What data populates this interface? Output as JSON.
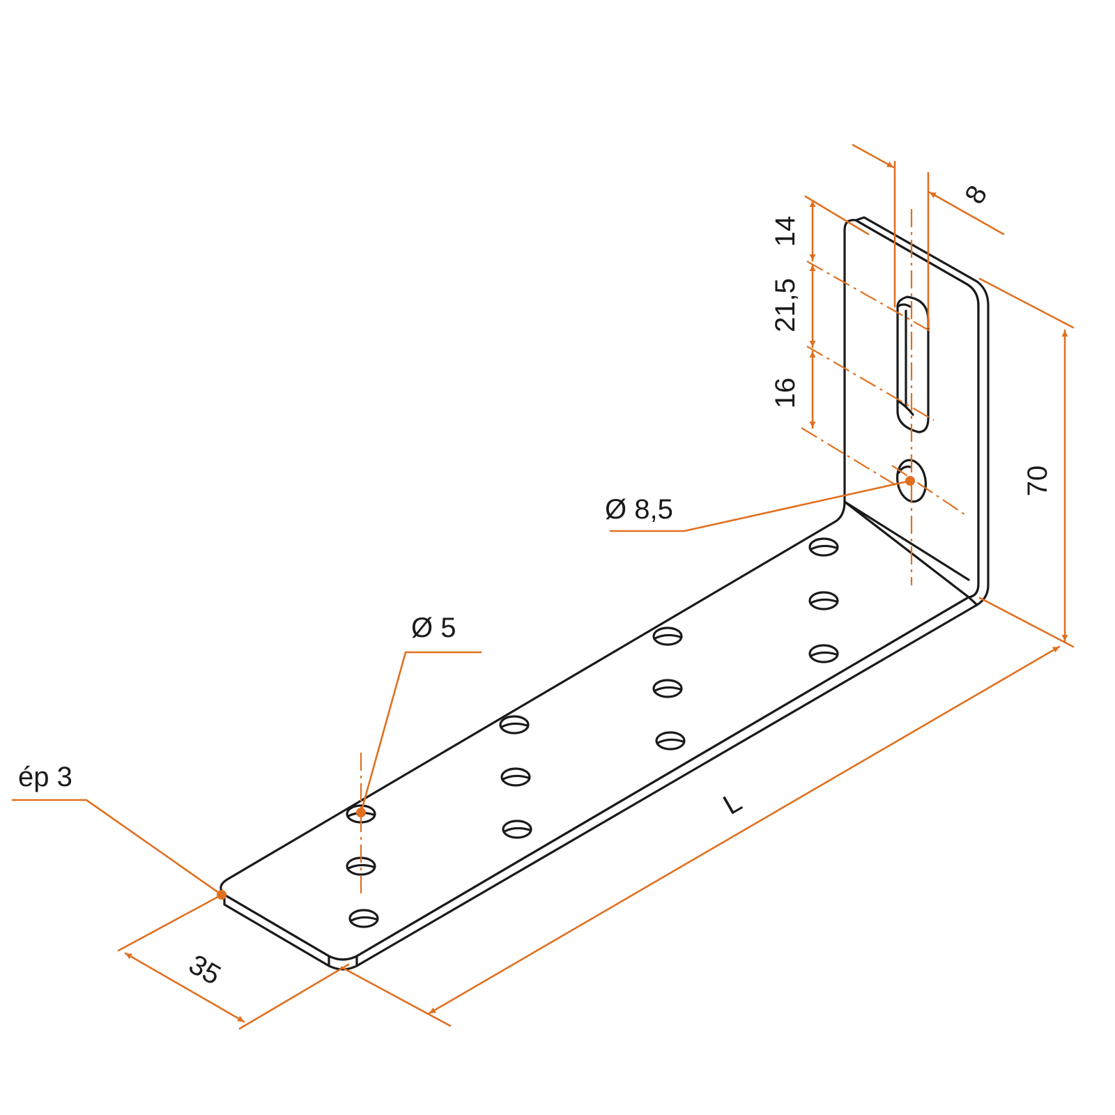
{
  "drawing": {
    "colors": {
      "outline": "#1a1a1a",
      "dimension": "#e07020",
      "background": "#ffffff"
    },
    "labels": {
      "thickness": "ép 3",
      "hole_small": "Ø 5",
      "hole_large": "Ø 8,5",
      "width": "35",
      "length": "L",
      "height": "70",
      "slot_top": "14",
      "slot_length": "21,5",
      "slot_bottom": "16",
      "slot_width": "8"
    }
  }
}
